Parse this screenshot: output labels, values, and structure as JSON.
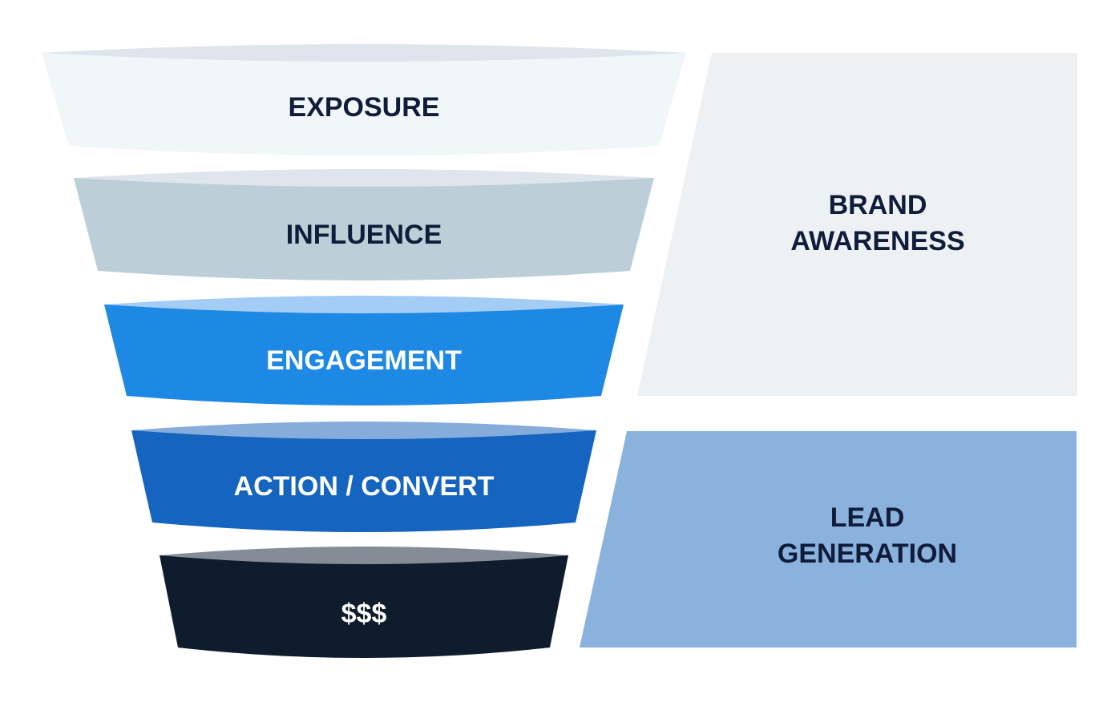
{
  "funnel": {
    "stages": [
      {
        "label": "EXPOSURE",
        "fill": "#f1f6f9",
        "rim": "#dfe5ec",
        "text_color": "#0f1c3a"
      },
      {
        "label": "INFLUENCE",
        "fill": "#bccfd8",
        "rim": "#dfe5ec",
        "text_color": "#0f1c3a"
      },
      {
        "label": "ENGAGEMENT",
        "fill": "#1e88e5",
        "rim": "#a3cdf5",
        "text_color": "#ffffff"
      },
      {
        "label": "ACTION / CONVERT",
        "fill": "#1565c0",
        "rim": "#86acdc",
        "text_color": "#ffffff"
      },
      {
        "label": "$$$",
        "fill": "#0f1c2d",
        "rim": "#868c96",
        "text_color": "#ffffff"
      }
    ]
  },
  "side_panels": [
    {
      "lines": [
        "BRAND",
        "AWARENESS"
      ],
      "fill": "#edf1f4",
      "text_color": "#0f1c3a"
    },
    {
      "lines": [
        "LEAD",
        "GENERATION"
      ],
      "fill": "#8ab2dc",
      "text_color": "#0f1c3a"
    }
  ]
}
